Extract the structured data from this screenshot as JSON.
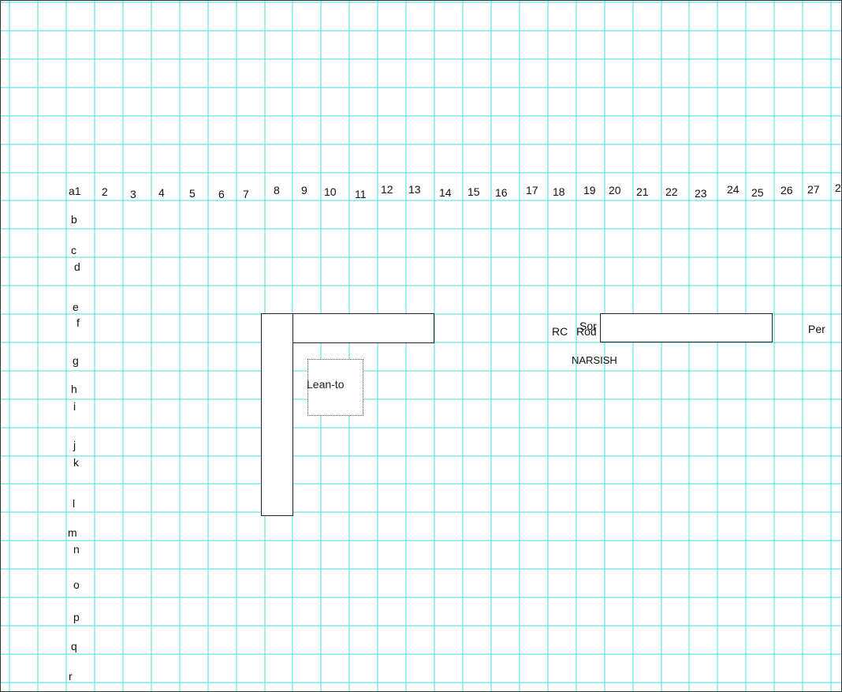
{
  "colors": {
    "grid_line": "#40e0e0",
    "background": "#ffffff",
    "shape_border": "#222222"
  },
  "column_labels": [
    "a1",
    "2",
    "3",
    "4",
    "5",
    "6",
    "7",
    "8",
    "9",
    "10",
    "11",
    "12",
    "13",
    "14",
    "15",
    "16",
    "17",
    "18",
    "19",
    "20",
    "21",
    "22",
    "23",
    "24",
    "25",
    "26",
    "27",
    "2"
  ],
  "row_labels": [
    "b",
    "c",
    "d",
    "e",
    "f",
    "g",
    "h",
    "i",
    "j",
    "k",
    "l",
    "m",
    "n",
    "o",
    "p",
    "q",
    "r"
  ],
  "shapes": {
    "lean_to": "Lean-to"
  },
  "annotations": {
    "rc": "RC",
    "rod": "Rod",
    "sor": "Sor",
    "narsish": "NARSISH",
    "per": "Per"
  }
}
